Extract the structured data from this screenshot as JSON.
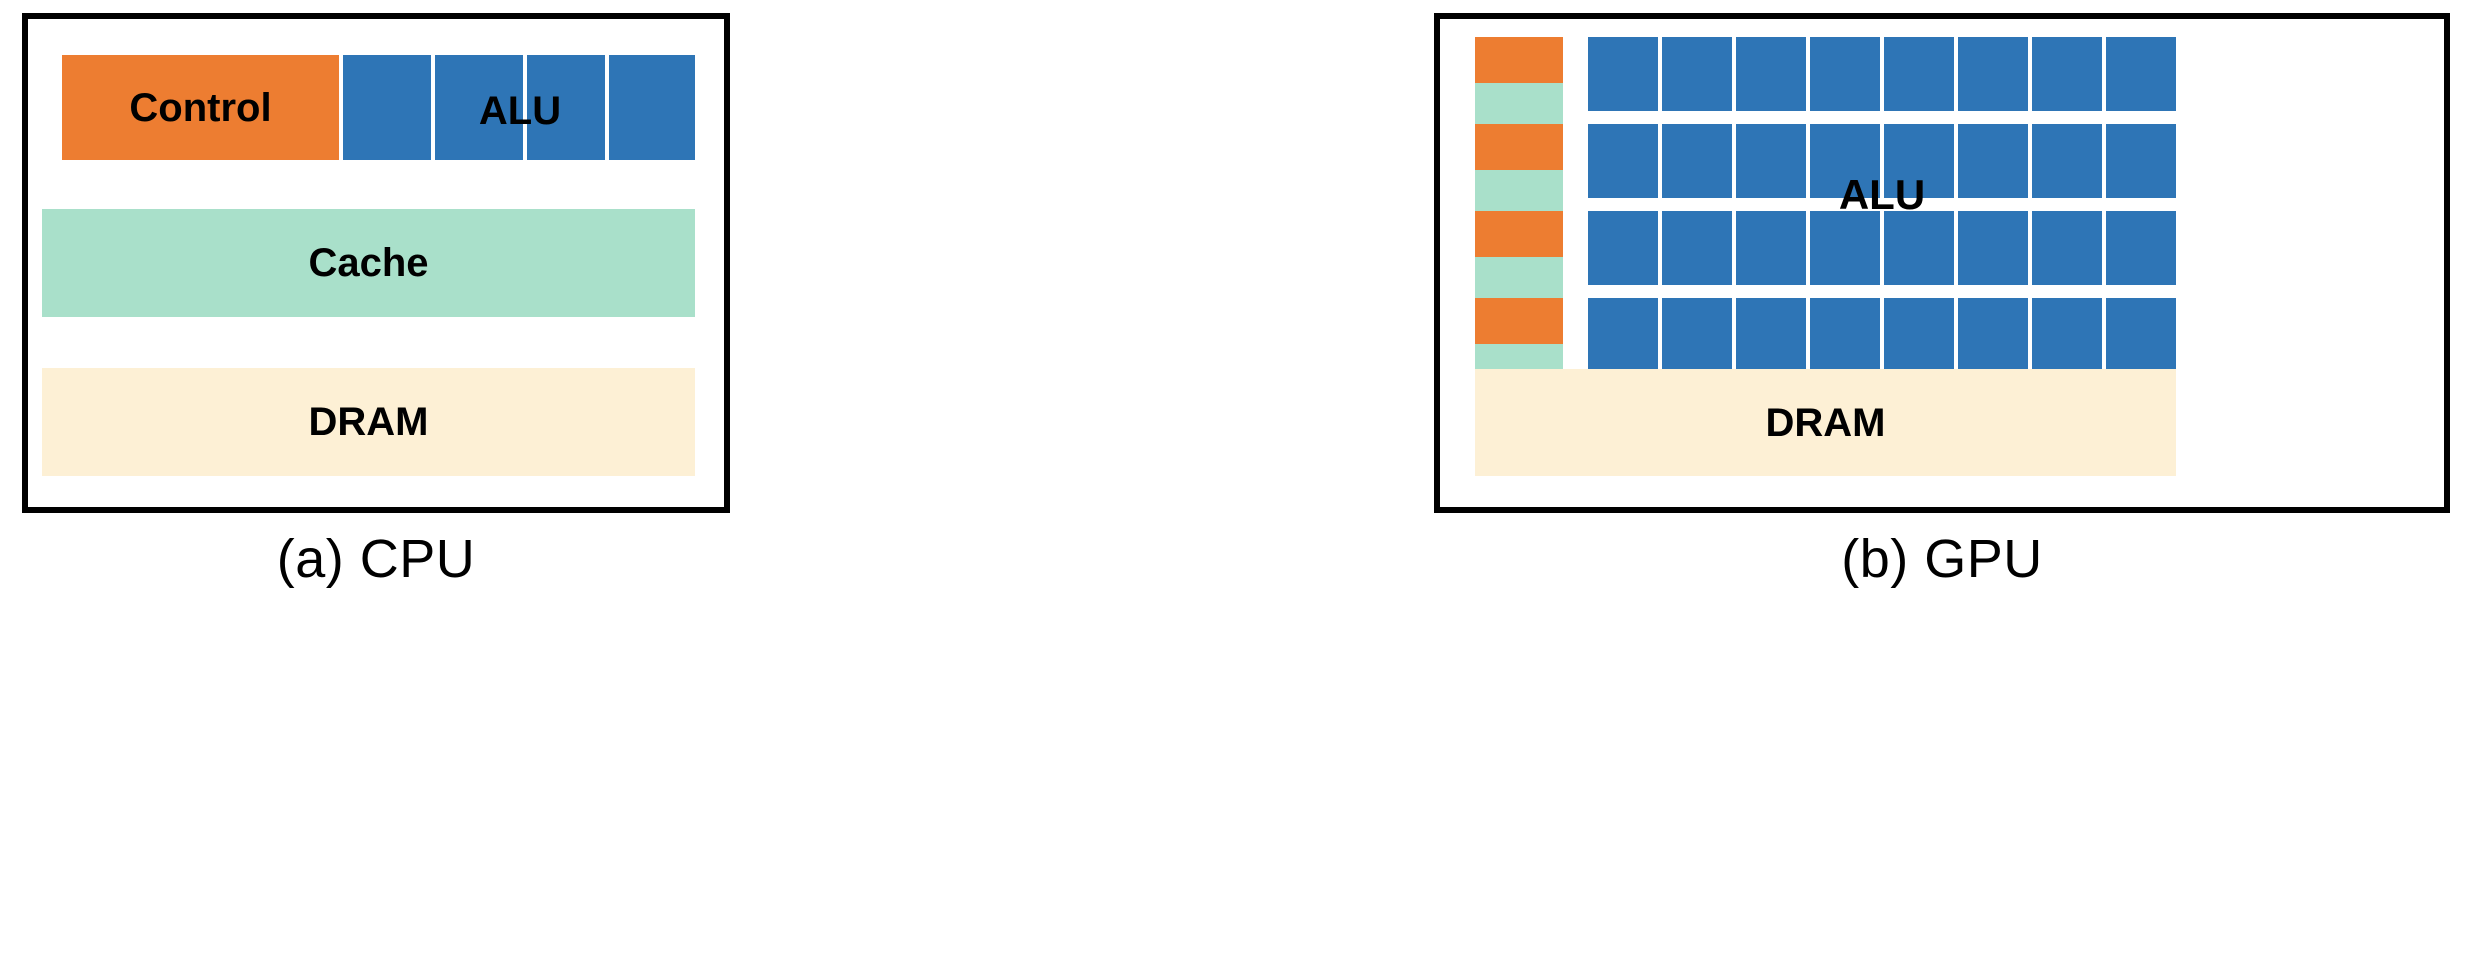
{
  "figure": {
    "type": "diagram",
    "subject": "CPU vs GPU architecture comparison",
    "panels": [
      {
        "id": "cpu",
        "caption": "(a) CPU",
        "blocks": [
          {
            "name": "control",
            "label": "Control",
            "color": "#ED7D31",
            "role": "control-unit"
          },
          {
            "name": "alu",
            "label": "ALU",
            "color": "#2E75B6",
            "role": "arithmetic-logic-unit",
            "count": 4
          },
          {
            "name": "cache",
            "label": "Cache",
            "color": "#A9E0CA",
            "role": "cache-memory"
          },
          {
            "name": "dram",
            "label": "DRAM",
            "color": "#FDF0D5",
            "role": "main-memory"
          }
        ]
      },
      {
        "id": "gpu",
        "caption": "(b) GPU",
        "blocks": [
          {
            "name": "control",
            "label": "",
            "color": "#ED7D31",
            "role": "control-unit",
            "count": 4
          },
          {
            "name": "cache",
            "label": "",
            "color": "#A9E0CA",
            "role": "cache-memory",
            "count": 4
          },
          {
            "name": "alu",
            "label": "ALU",
            "color": "#2E75B6",
            "role": "arithmetic-logic-unit",
            "rows": 4,
            "cols": 8,
            "count": 32
          },
          {
            "name": "dram",
            "label": "DRAM",
            "color": "#FDF0D5",
            "role": "main-memory"
          }
        ]
      }
    ]
  },
  "cpu": {
    "caption": "(a) CPU",
    "control_label": "Control",
    "alu_label": "ALU",
    "cache_label": "Cache",
    "dram_label": "DRAM"
  },
  "gpu": {
    "caption": "(b) GPU",
    "alu_label": "ALU",
    "dram_label": "DRAM"
  },
  "colors": {
    "orange": "#ED7D31",
    "blue": "#2E75B6",
    "teal": "#A9E0CA",
    "cream": "#FDF0D5",
    "border": "#000000",
    "background": "#FFFFFF",
    "text": "#000000"
  }
}
